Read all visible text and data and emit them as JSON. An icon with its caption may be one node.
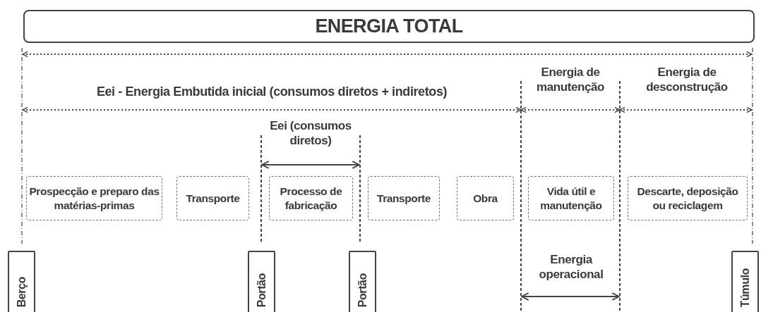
{
  "diagram": {
    "nodes": [
      {
        "text": [
          "ENERGIA TOTAL"
        ]
      },
      {
        "text": [
          "Prospecção e preparo das matérias-primas"
        ]
      },
      {
        "text": [
          "Transporte"
        ]
      },
      {
        "text": [
          "Processo de fabricação"
        ]
      },
      {
        "text": [
          "Transporte"
        ]
      },
      {
        "text": [
          "Obra"
        ]
      },
      {
        "text": [
          "Vida útil e manutenção"
        ]
      },
      {
        "text": [
          "Descarte, deposição ou reciclagem"
        ]
      },
      {
        "text": [
          "Berço"
        ]
      },
      {
        "text": [
          "Portão"
        ]
      },
      {
        "text": [
          "Portão"
        ]
      },
      {
        "text": [
          "Túmulo"
        ]
      }
    ],
    "edges": [],
    "labels": [
      "Energia de manutenção",
      "Energia de desconstrução",
      "Eei - Energia Embutida inicial (consumos diretos + indiretos)",
      "Eei (consumos diretos)",
      "Energia operacional"
    ]
  }
}
